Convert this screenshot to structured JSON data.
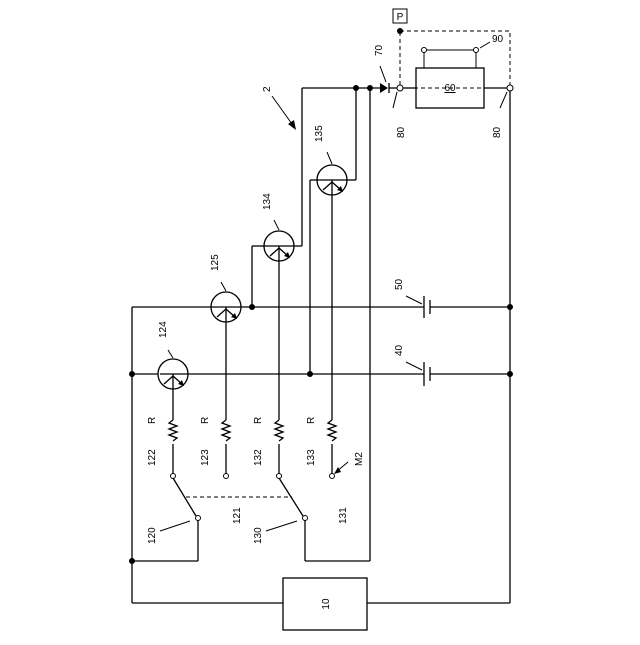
{
  "labels": {
    "block_10": "10",
    "block_60": "60",
    "label_2": "2",
    "label_P": "P",
    "label_70": "70",
    "label_90": "90",
    "label_80_left": "80",
    "label_80_right": "80",
    "label_50": "50",
    "label_40": "40",
    "label_135": "135",
    "label_134": "134",
    "label_125": "125",
    "label_124": "124",
    "label_122": "122",
    "label_123": "123",
    "label_132": "132",
    "label_133": "133",
    "label_120": "120",
    "label_121": "121",
    "label_130": "130",
    "label_131": "131",
    "label_M2": "M2",
    "resistor_label": "R"
  }
}
